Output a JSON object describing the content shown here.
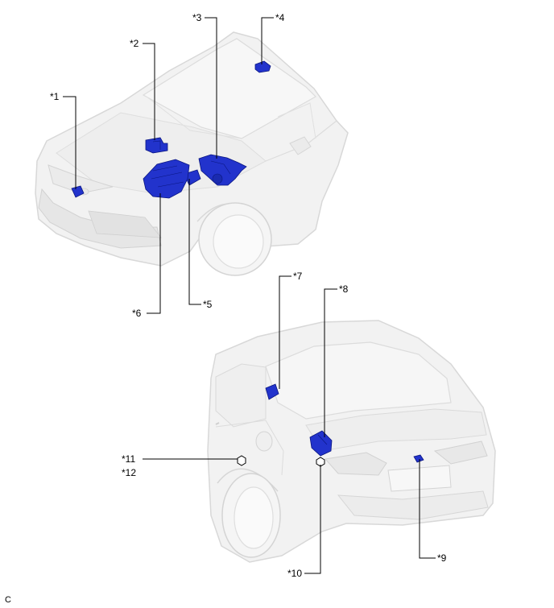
{
  "diagram_code": "C",
  "callouts": {
    "c1": "*1",
    "c2": "*2",
    "c3": "*3",
    "c4": "*4",
    "c5": "*5",
    "c6": "*6",
    "c7": "*7",
    "c8": "*8",
    "c9": "*9",
    "c10": "*10",
    "c11": "*11",
    "c12": "*12"
  },
  "colors": {
    "component_fill": "#2233cc",
    "component_dark": "#0a1680",
    "car_fill": "#f2f2f2",
    "car_edge": "#d6d6d6",
    "leader_line": "#000000"
  }
}
